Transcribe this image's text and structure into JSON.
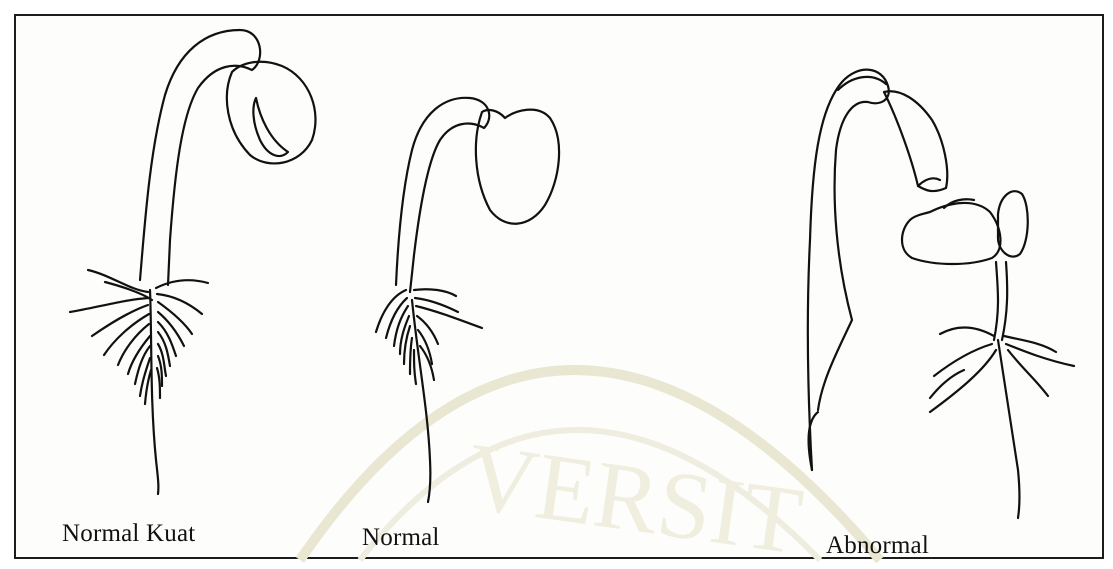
{
  "figure": {
    "seedlings": [
      {
        "id": "normal-kuat",
        "label": "Normal Kuat"
      },
      {
        "id": "normal",
        "label": "Normal"
      },
      {
        "id": "abnormal",
        "label": "Abnormal"
      }
    ],
    "watermark": {
      "text": "UNIVERSITAS"
    }
  }
}
